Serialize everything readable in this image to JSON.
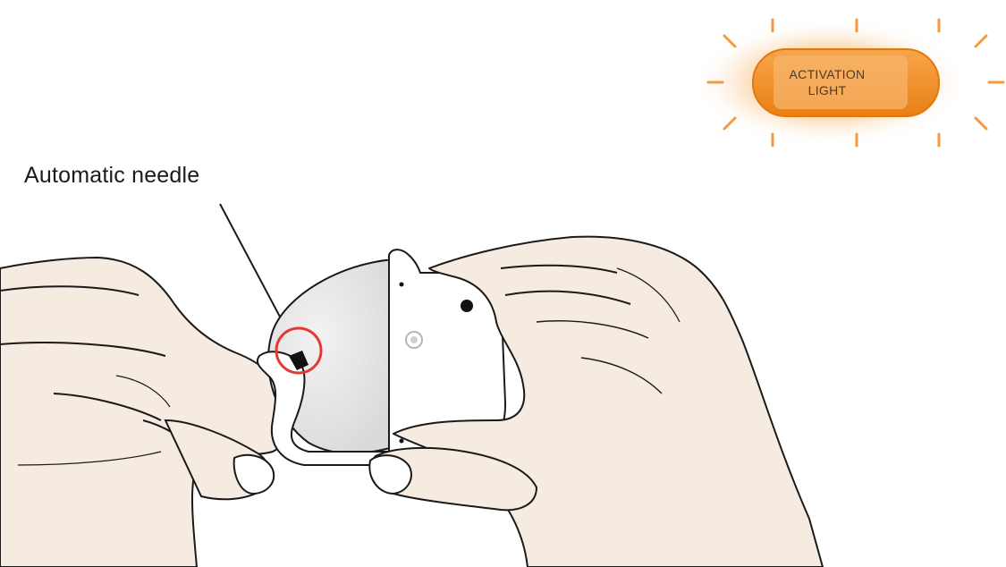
{
  "labels": {
    "needle_label": "Automatic needle",
    "activation_light_line1": "ACTIVATION",
    "activation_light_line2": "LIGHT"
  },
  "colors": {
    "activation_light": "#f08a1c",
    "light_glow": "#fbc48a",
    "needle_circle": "#e53935",
    "skin": "#f5ebe0",
    "device_body": "#ffffff",
    "adhesive_pad": "#e6e6e6",
    "outline": "#1a1a1a"
  },
  "icons": {
    "activation_light": "activation-light-icon",
    "needle_highlight": "needle-highlight-circle"
  }
}
